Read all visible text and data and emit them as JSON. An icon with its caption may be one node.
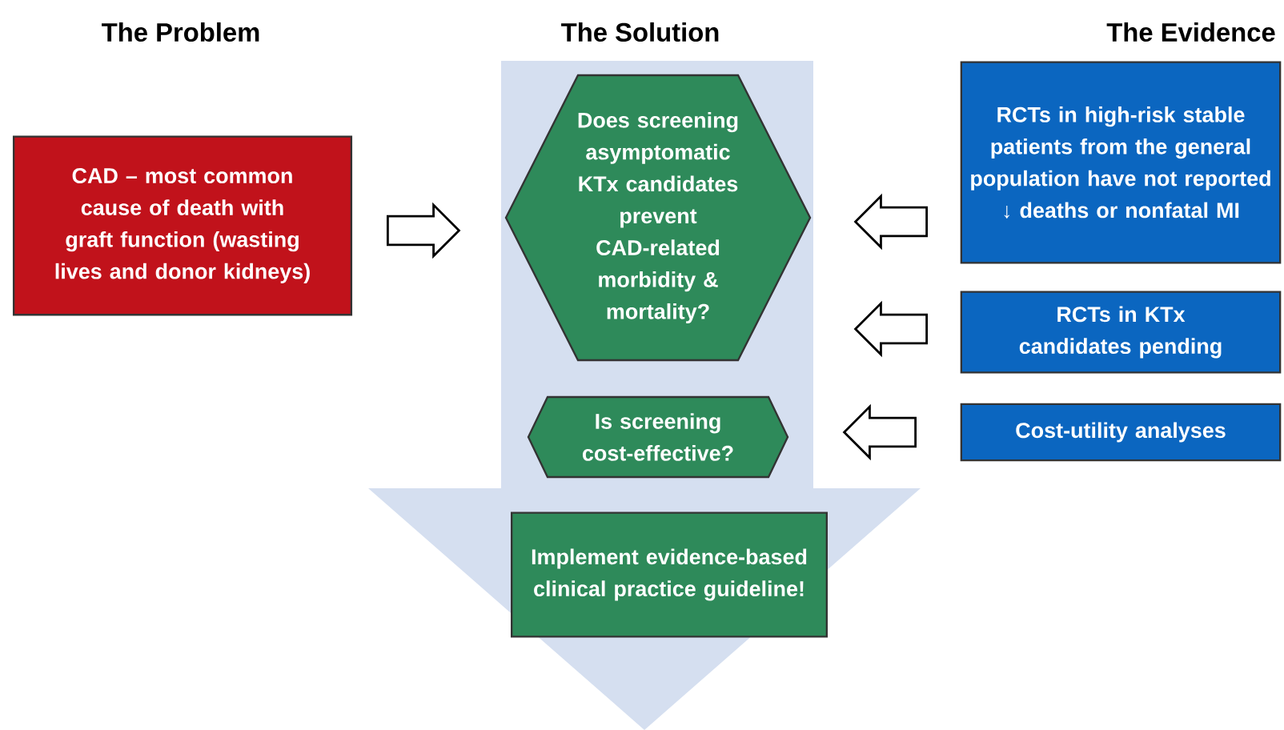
{
  "diagram": {
    "nodes": [
      {
        "text": [
          "CAD – most common cause of death with graft function (wasting lives and donor kidneys)"
        ]
      },
      {
        "text": [],
        "shape": "arrow"
      },
      {
        "text": [
          "Does screening asymptomatic KTx candidates prevent CAD-related morbidity & mortality?"
        ],
        "in": 1
      },
      {
        "text": [
          "Is screening cost-effective?"
        ],
        "in": 1
      },
      {
        "text": [
          "Implement evidence-based clinical practice guideline!"
        ],
        "in": 1
      },
      {
        "text": [
          "RCTs in high-risk stable patients from the general population have not reported ↓ deaths or nonfatal MI"
        ]
      },
      {
        "text": [
          "RCTs in KTx candidates pending"
        ]
      },
      {
        "text": [
          "Cost-utility analyses"
        ]
      }
    ],
    "edges": [
      {
        "from": 0,
        "to": 2,
        "arrow": "to"
      },
      {
        "from": 5,
        "to": 2,
        "arrow": "to"
      },
      {
        "from": 6,
        "to": 2,
        "arrow": "to"
      },
      {
        "from": 7,
        "to": 3,
        "arrow": "to"
      }
    ],
    "labels": [
      "The Problem",
      "The Solution",
      "The Evidence"
    ]
  }
}
